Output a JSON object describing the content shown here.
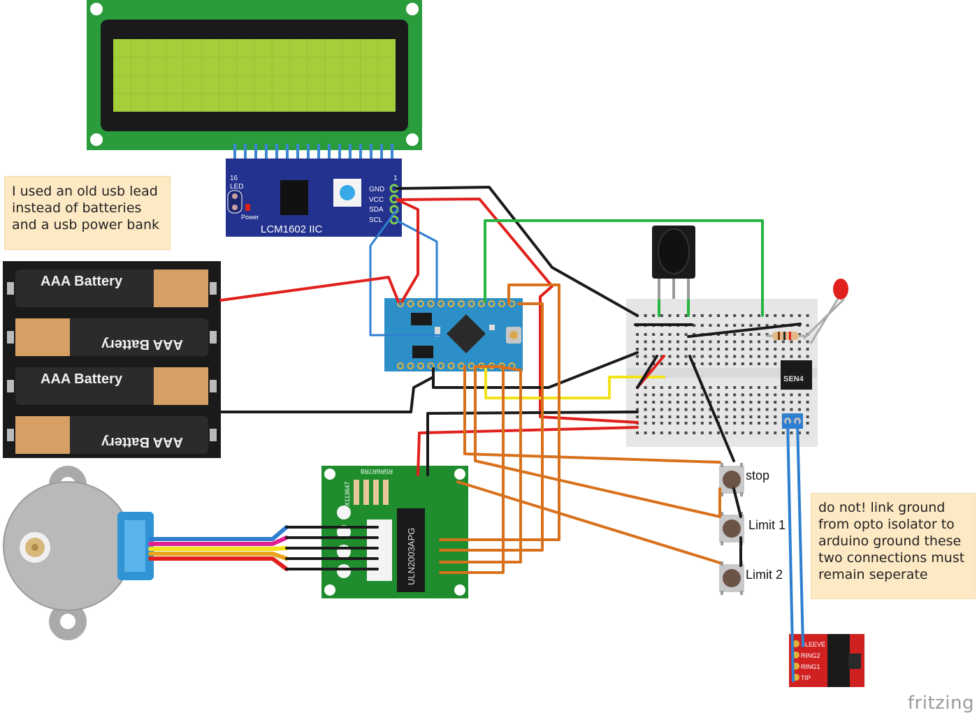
{
  "lcd_module": {
    "label": "LCM1602 IIC",
    "pin16": "16",
    "pin1": "1",
    "led_label": "LED",
    "power_label": "Power",
    "pins": [
      "GND",
      "VCC",
      "SDA",
      "SCL"
    ]
  },
  "batteries": {
    "label": "AAA Battery"
  },
  "driver_board": {
    "chip": "ULN2003APG",
    "code": "X113647",
    "resistors": "R5R6R7R8"
  },
  "ir_sensor": {},
  "opto": {
    "label": "SEN4"
  },
  "buttons": [
    {
      "label": "stop"
    },
    {
      "label": "Limit 1"
    },
    {
      "label": "Limit 2"
    }
  ],
  "audio_jack": {
    "pins": [
      "SLEEVE",
      "RING2",
      "RING1",
      "TIP"
    ]
  },
  "notes": {
    "usb": [
      "I used an old usb lead",
      "instead of batteries",
      "and a usb power bank"
    ],
    "ground": [
      "do not! link ground",
      "from opto isolator to",
      "arduino ground these",
      "two connections must",
      "remain seperate"
    ]
  },
  "watermark": "fritzing",
  "colors": {
    "red": "#e0201c",
    "black": "#1a1a1a",
    "blue": "#2f7fd0",
    "green": "#26b340",
    "orange": "#d8711c",
    "yellow": "#f2e21a",
    "lcd_pcb": "#2a9c3c",
    "lcd_screen": "#a5cf3a",
    "i2c_board": "#23318f",
    "arduino": "#2d8fc7",
    "driver_pcb": "#1f8d2d"
  }
}
